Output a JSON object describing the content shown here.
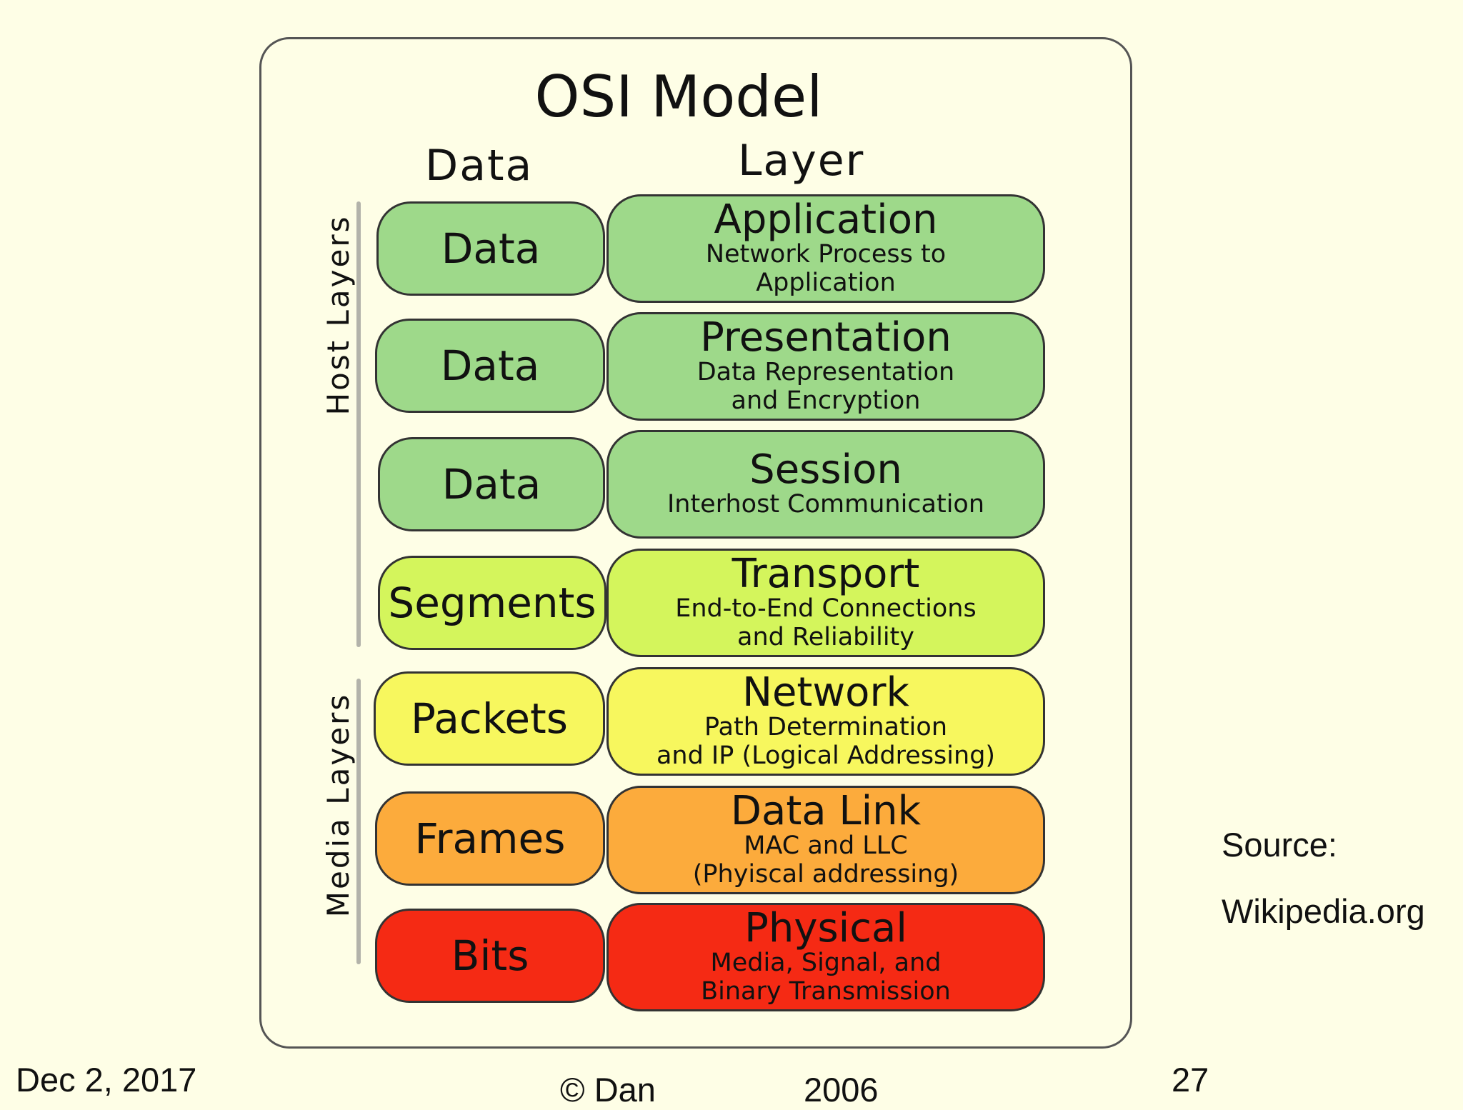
{
  "diagram": {
    "title": "OSI Model",
    "column_data_header": "Data",
    "column_layer_header": "Layer",
    "groups": {
      "host": "Host Layers",
      "media": "Media Layers"
    },
    "rows": [
      {
        "data_unit": "Data",
        "layer": "Application",
        "desc1": "Network Process to",
        "desc2": "Application",
        "color": "#9ed98a"
      },
      {
        "data_unit": "Data",
        "layer": "Presentation",
        "desc1": "Data Representation",
        "desc2": "and Encryption",
        "color": "#9ed98a"
      },
      {
        "data_unit": "Data",
        "layer": "Session",
        "desc1": "Interhost Communication",
        "desc2": "",
        "color": "#9ed98a"
      },
      {
        "data_unit": "Segments",
        "layer": "Transport",
        "desc1": "End-to-End Connections",
        "desc2": "and Reliability",
        "color": "#d4f55c"
      },
      {
        "data_unit": "Packets",
        "layer": "Network",
        "desc1": "Path Determination",
        "desc2": "and IP (Logical Addressing)",
        "color": "#f7f75e"
      },
      {
        "data_unit": "Frames",
        "layer": "Data Link",
        "desc1": "MAC and LLC",
        "desc2": "(Phyiscal addressing)",
        "color": "#fcab3c"
      },
      {
        "data_unit": "Bits",
        "layer": "Physical",
        "desc1": "Media, Signal, and",
        "desc2": "Binary Transmission",
        "color": "#f52a14"
      }
    ]
  },
  "source": {
    "label": "Source:",
    "value": "Wikipedia.org"
  },
  "footer": {
    "date": "Dec 2, 2017",
    "copyright_left": "© Dan",
    "copyright_year": "2006",
    "page_number": "27"
  }
}
